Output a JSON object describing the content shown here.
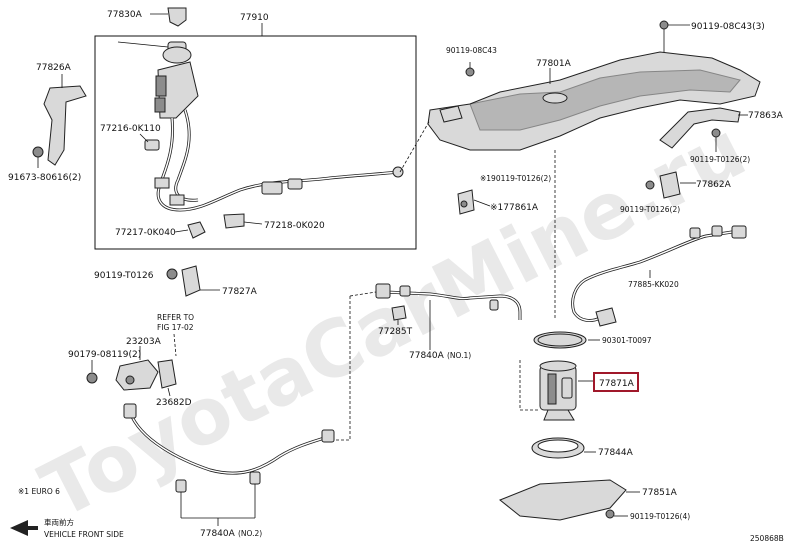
{
  "watermark": "ToyotaCarMine.ru",
  "labels": {
    "p77830A": "77830A",
    "p77910": "77910",
    "p77826A": "77826A",
    "p77216": "77216-0K110",
    "p91673": "91673-80616(2)",
    "p77217": "77217-0K040",
    "p77218": "77218-0K020",
    "p90119_t0126_left": "90119-T0126",
    "p77827A": "77827A",
    "refer_to": "REFER TO",
    "fig": "FIG 17-02",
    "p23203A": "23203A",
    "p90179": "90179-08119(2)",
    "p23682D": "23682D",
    "p90119_08c43_top": "90119-08C43",
    "p77801A": "77801A",
    "p90119_08c43_right": "90119-08C43(3)",
    "p77863A": "77863A",
    "p90119_t0126_2_a": "90119-T0126(2)",
    "p90119_t0126_2_b": "※190119-T0126(2)",
    "p77861A": "※177861A",
    "p77862A": "77862A",
    "p90119_t0126_2_c": "90119-T0126(2)",
    "p77885": "77885-KK020",
    "p77285T": "77285T",
    "p77840A_no1": "77840A",
    "no1": "(NO.1)",
    "p90301": "90301-T0097",
    "p77871A": "77871A",
    "p77844A": "77844A",
    "p77851A": "77851A",
    "p90119_t0126_4": "90119-T0126(4)",
    "p77840A_no2": "77840A",
    "no2": "(NO.2)",
    "footnote": "※1 EURO 6",
    "front_jp": "車両前方",
    "front_en": "VEHICLE FRONT SIDE",
    "code": "250868B"
  },
  "highlight_color": "#a0182a"
}
